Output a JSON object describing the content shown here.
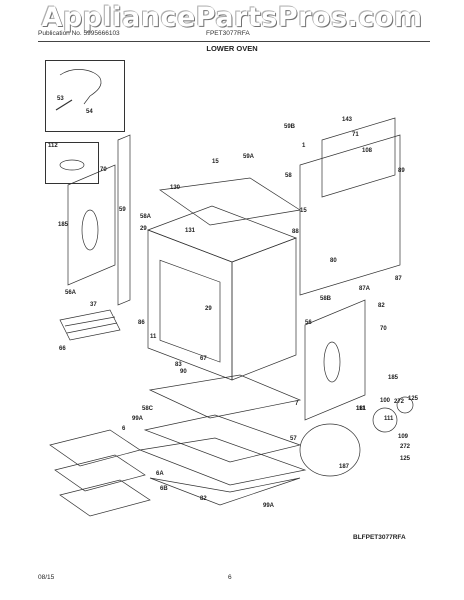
{
  "watermark": "AppliancePartsPros.com",
  "header": {
    "publication": "Publication No. 5995666103",
    "model": "FPET3077RFA"
  },
  "title": "LOWER OVEN",
  "inset_label": "112",
  "callouts": [
    "53",
    "54",
    "59B",
    "143",
    "71",
    "108",
    "89",
    "15",
    "59A",
    "58",
    "130",
    "131",
    "58A",
    "29",
    "56A",
    "37",
    "66",
    "59",
    "70",
    "185",
    "86",
    "11",
    "29",
    "88",
    "1",
    "15",
    "80",
    "87A",
    "87",
    "82",
    "58B",
    "56",
    "70",
    "90",
    "67",
    "83",
    "185",
    "58C",
    "7",
    "99A",
    "6",
    "57",
    "6A",
    "6B",
    "82",
    "99A",
    "161",
    "100",
    "272",
    "125",
    "111",
    "109",
    "272",
    "125",
    "187",
    "111"
  ],
  "figure_id": "BLFPET3077RFA",
  "footer": {
    "date": "08/15",
    "page": "6"
  }
}
